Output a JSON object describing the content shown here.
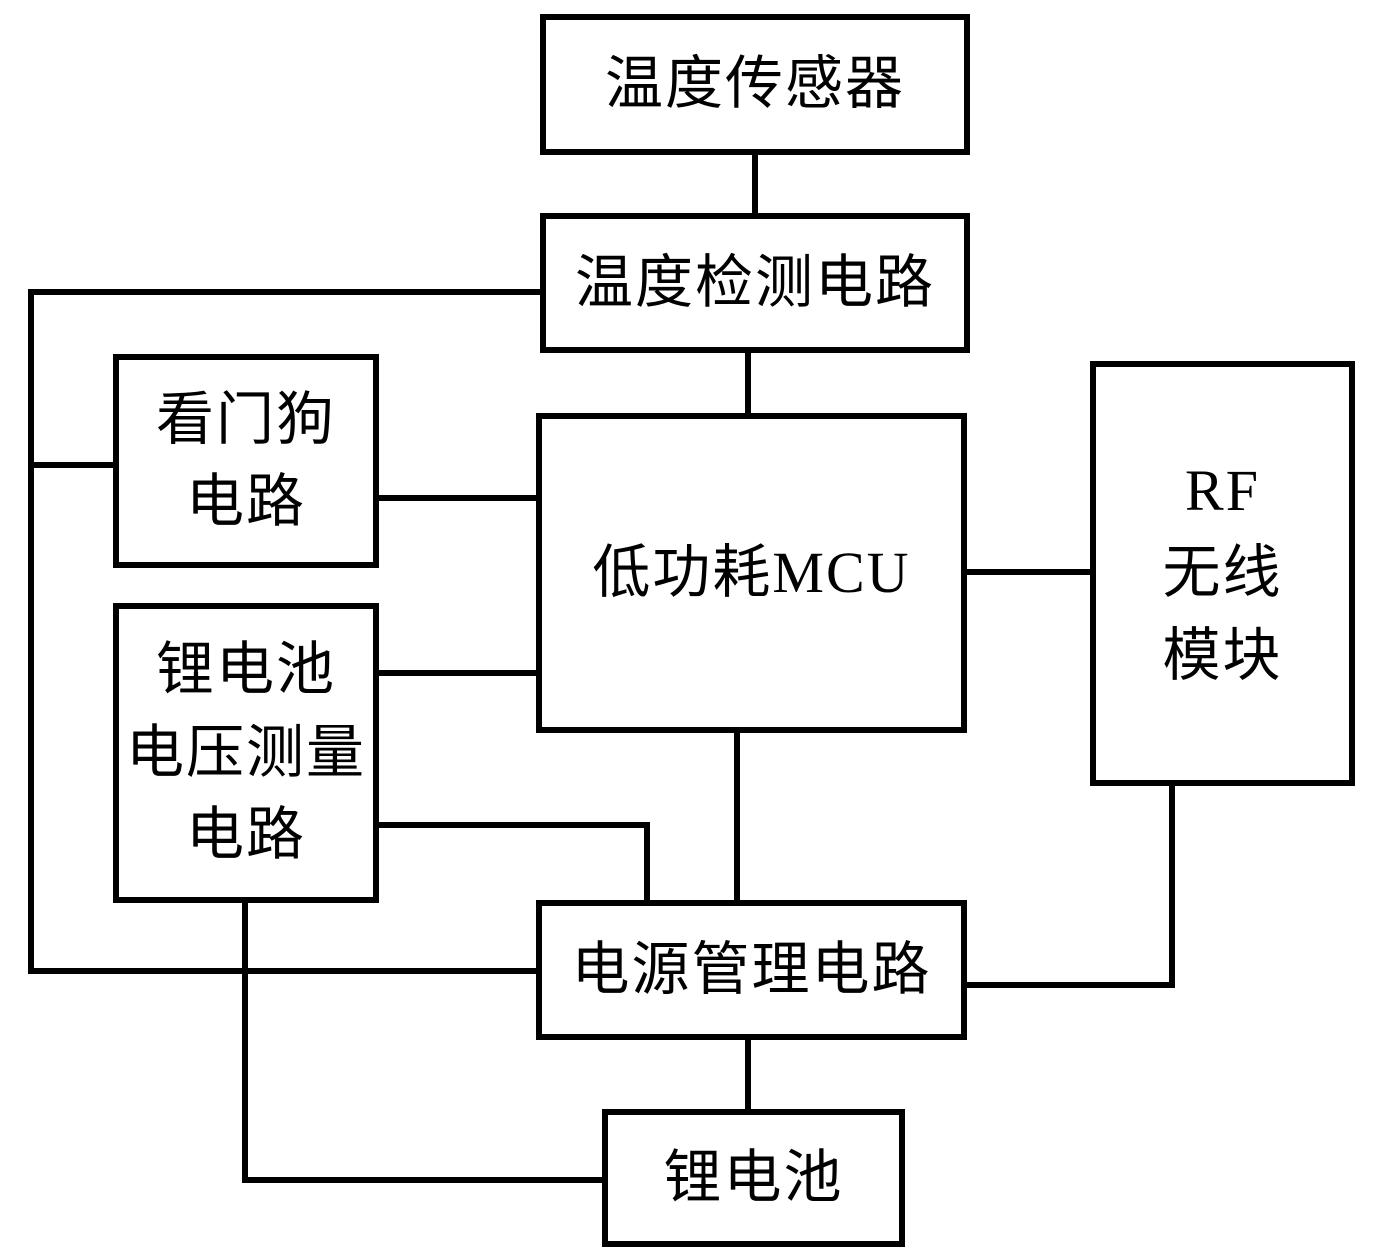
{
  "diagram": {
    "title": "low-power wireless temperature acquisition block diagram",
    "background_color": "#ffffff",
    "line_color": "#000000",
    "nodes": {
      "temp_sensor": {
        "label": "温度传感器"
      },
      "temp_detect": {
        "label": "温度检测电路"
      },
      "watchdog": {
        "label": "看门狗\n电路"
      },
      "mcu": {
        "label": "低功耗MCU"
      },
      "rf": {
        "label": "RF\n无线\n模块"
      },
      "batt_meas": {
        "label": "锂电池\n电压测量\n电路"
      },
      "power_mgmt": {
        "label": "电源管理电路"
      },
      "battery": {
        "label": "锂电池"
      }
    },
    "connections": [
      "温度传感器 - 温度检测电路",
      "温度检测电路 - 低功耗MCU",
      "温度检测电路 - 电源管理电路 (left bus)",
      "看门狗电路 - 电源管理电路 (left bus)",
      "看门狗电路 - 低功耗MCU",
      "锂电池电压测量电路 - 低功耗MCU",
      "锂电池电压测量电路 - 电源管理电路",
      "低功耗MCU - RF无线模块",
      "低功耗MCU - 电源管理电路",
      "电源管理电路 - RF无线模块",
      "电源管理电路 - 锂电池",
      "锂电池电压测量电路 - 锂电池"
    ]
  }
}
